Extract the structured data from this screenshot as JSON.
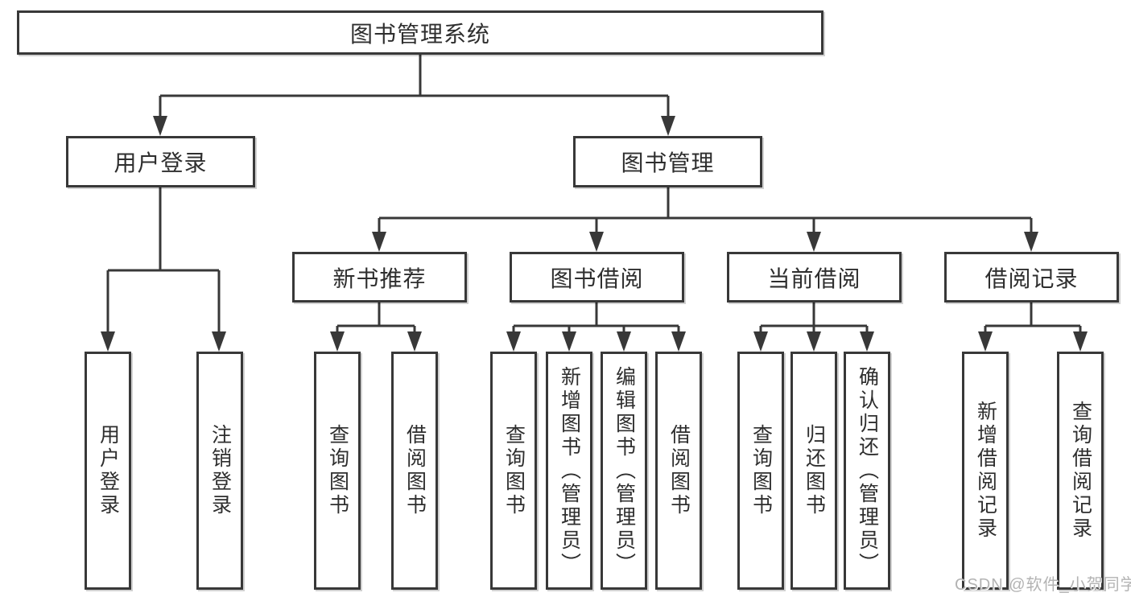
{
  "tree": {
    "root": {
      "label": "图书管理系统",
      "children": [
        {
          "label": "用户登录",
          "children": [
            {
              "label": "用户登录"
            },
            {
              "label": "注销登录"
            }
          ]
        },
        {
          "label": "图书管理",
          "children": [
            {
              "label": "新书推荐",
              "children": [
                {
                  "label": "查询图书"
                },
                {
                  "label": "借阅图书"
                }
              ]
            },
            {
              "label": "图书借阅",
              "children": [
                {
                  "label": "查询图书"
                },
                {
                  "label": "新增图书（管理员）"
                },
                {
                  "label": "编辑图书（管理员）"
                },
                {
                  "label": "借阅图书"
                }
              ]
            },
            {
              "label": "当前借阅",
              "children": [
                {
                  "label": "查询图书"
                },
                {
                  "label": "归还图书"
                },
                {
                  "label": "确认归还（管理员）"
                }
              ]
            },
            {
              "label": "借阅记录",
              "children": [
                {
                  "label": "新增借阅记录"
                },
                {
                  "label": "查询借阅记录"
                }
              ]
            }
          ]
        }
      ]
    }
  },
  "watermark": {
    "text": "CSDN @软件_小贺同学"
  },
  "colors": {
    "line": "#383838",
    "box_border": "#383838",
    "text": "#2e2e2e",
    "background": "#ffffff",
    "watermark": "#b3b3b3"
  }
}
